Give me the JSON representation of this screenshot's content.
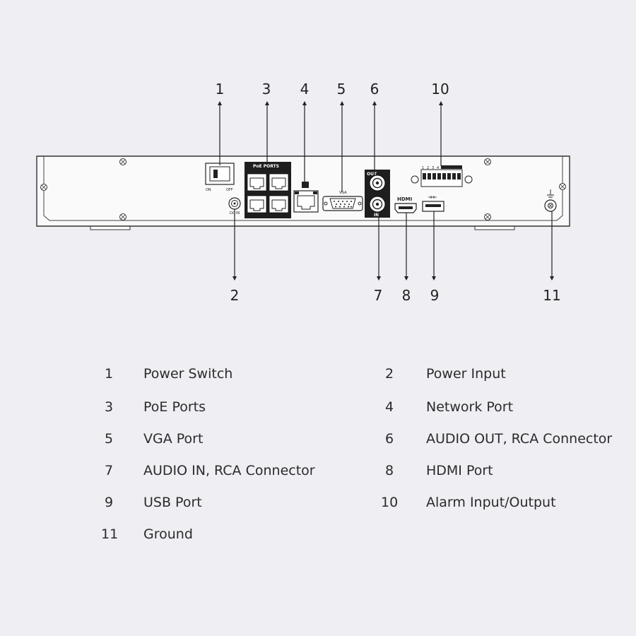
{
  "panel": {
    "poe_ports_label": "PoE PORTS",
    "switch_on_label": "ON",
    "switch_off_label": "OFF",
    "dc_in_label": "DC IN",
    "vga_label": "VGA",
    "audio_out_label": "OUT",
    "audio_in_label": "IN",
    "hdmi_label": "HDMI",
    "alarm_terminal_labels": [
      "1",
      "2",
      "3",
      "4"
    ]
  },
  "callouts": [
    "1",
    "2",
    "3",
    "4",
    "5",
    "6",
    "7",
    "8",
    "9",
    "10",
    "11"
  ],
  "legend": [
    {
      "num": "1",
      "label": "Power Switch"
    },
    {
      "num": "2",
      "label": "Power Input"
    },
    {
      "num": "3",
      "label": "PoE Ports"
    },
    {
      "num": "4",
      "label": "Network Port"
    },
    {
      "num": "5",
      "label": "VGA Port"
    },
    {
      "num": "6",
      "label": "AUDIO OUT, RCA Connector"
    },
    {
      "num": "7",
      "label": "AUDIO IN, RCA Connector"
    },
    {
      "num": "8",
      "label": "HDMI Port"
    },
    {
      "num": "9",
      "label": "USB Port"
    },
    {
      "num": "10",
      "label": "Alarm Input/Output"
    },
    {
      "num": "11",
      "label": "Ground"
    }
  ]
}
